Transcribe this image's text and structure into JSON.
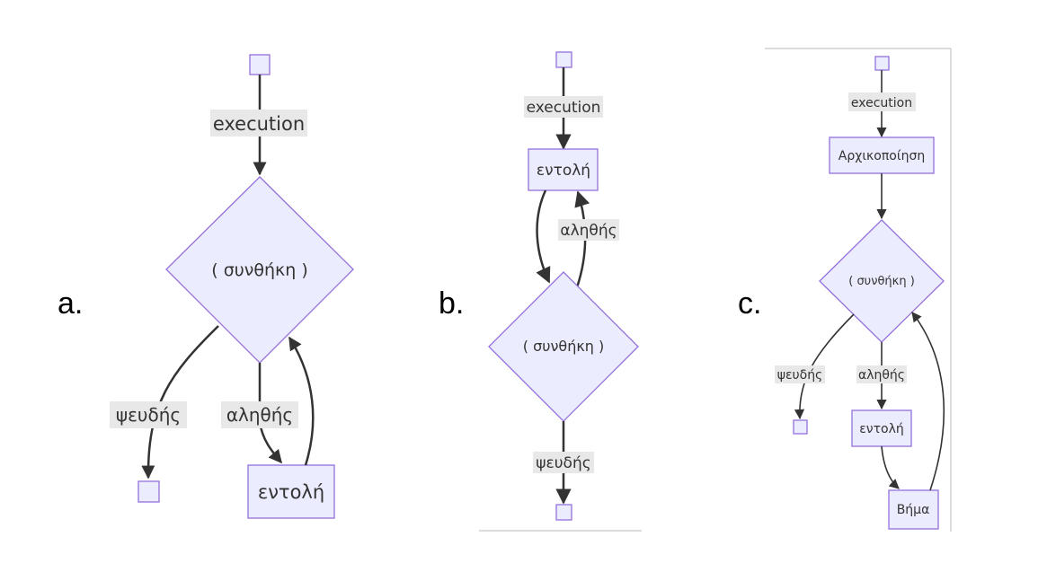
{
  "panels": {
    "a": {
      "letter": "a.",
      "edge_execution": "execution",
      "decision": "( συνθήκη )",
      "edge_false": "ψευδής",
      "edge_true": "αληθής",
      "statement": "εντολή"
    },
    "b": {
      "letter": "b.",
      "edge_execution": "execution",
      "statement": "εντολή",
      "edge_true": "αληθής",
      "decision": "( συνθήκη )",
      "edge_false": "ψευδής"
    },
    "c": {
      "letter": "c.",
      "edge_execution": "execution",
      "init": "Αρχικοποίηση",
      "decision": "( συνθήκη )",
      "edge_false": "ψευδής",
      "edge_true": "αληθής",
      "statement": "εντολή",
      "step": "Βήμα"
    }
  },
  "colors": {
    "node_fill": "#ECECFF",
    "node_stroke": "#9370DB",
    "edge": "#333333",
    "label_bg": "#e8e8e8"
  }
}
